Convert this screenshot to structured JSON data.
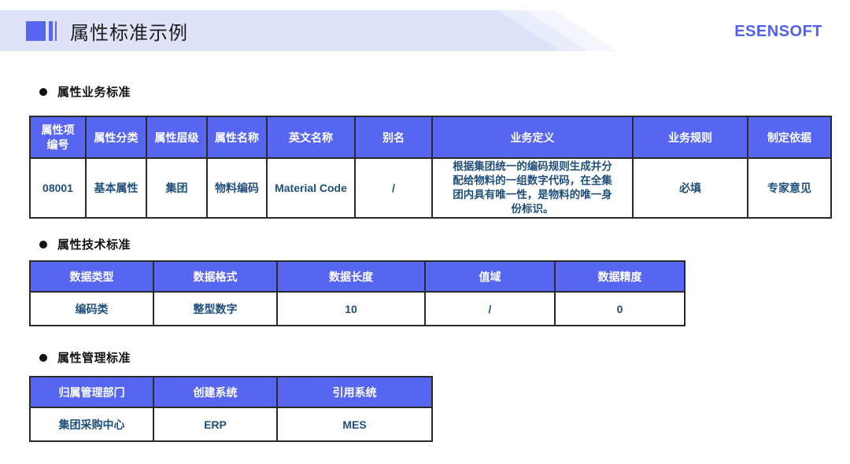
{
  "title": {
    "text": "属性标准示例"
  },
  "logo": {
    "text": "ESENSOFT"
  },
  "colors": {
    "band": "#DFE2F8",
    "band_stripe_mid": "#E9ECFA",
    "band_stripe_light": "#F4F5FD",
    "table_header_bg": "#5766F0",
    "table_header_text": "#FFFFFF",
    "table_data_text": "#1F4E79",
    "border": "#2A2A2A",
    "logo_text": "#5060EE"
  },
  "sections": {
    "business": {
      "bullet": "属性业务标准",
      "headers": [
        "属性项\n编号",
        "属性分类",
        "属性层级",
        "属性名称",
        "英文名称",
        "别名",
        "业务定义",
        "业务规则",
        "制定依据"
      ],
      "row": [
        "08001",
        "基本属性",
        "集团",
        "物料编码",
        "Material Code",
        "/",
        "根据集团统一的编码规则生成并分配给物料的一组数字代码，在全集团内具有唯一性，是物料的唯一身份标识。",
        "必填",
        "专家意见"
      ]
    },
    "technical": {
      "bullet": "属性技术标准",
      "headers": [
        "数据类型",
        "数据格式",
        "数据长度",
        "值域",
        "数据精度"
      ],
      "row": [
        "编码类",
        "整型数字",
        "10",
        "/",
        "0"
      ]
    },
    "management": {
      "bullet": "属性管理标准",
      "headers": [
        "归属管理部门",
        "创建系统",
        "引用系统"
      ],
      "row": [
        "集团采购中心",
        "ERP",
        "MES"
      ]
    }
  }
}
